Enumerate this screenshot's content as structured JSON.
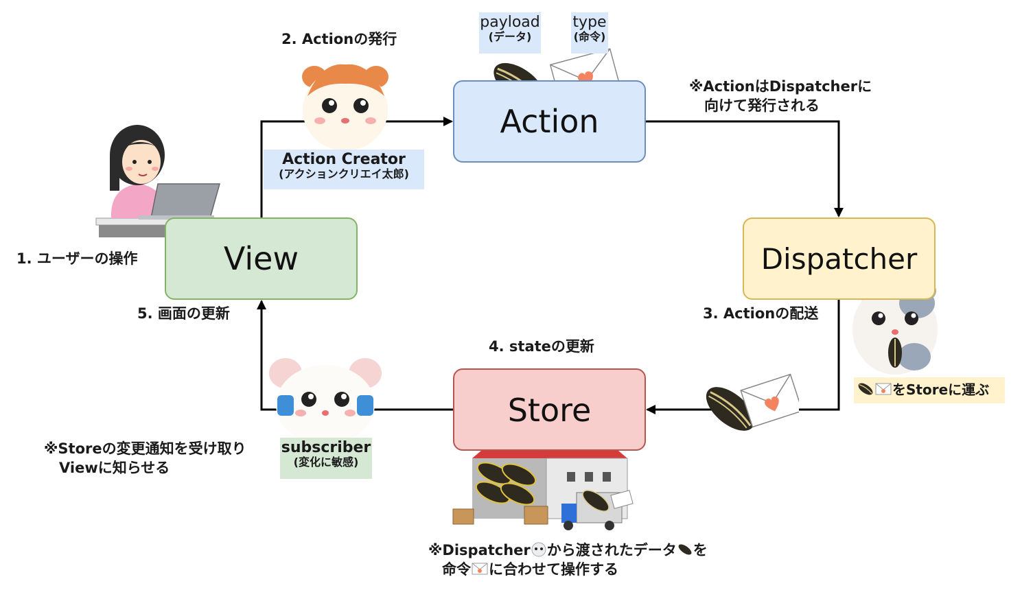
{
  "nodes": {
    "action": "Action",
    "view": "View",
    "dispatcher": "Dispatcher",
    "store": "Store"
  },
  "steps": {
    "s1": "1. ユーザーの操作",
    "s2": "2. Actionの発行",
    "s3": "3. Actionの配送",
    "s4": "4. stateの更新",
    "s5": "5. 画面の更新"
  },
  "chips": {
    "payload": "payload",
    "payload_sub": "(データ)",
    "type": "type",
    "type_sub": "(命令)",
    "action_creator": "Action Creator",
    "action_creator_sub": "(アクションクリエイ太郎)",
    "subscriber": "subscriber",
    "subscriber_sub": "(変化に敏感)",
    "carry_text": "をStoreに運ぶ"
  },
  "notes": {
    "action_line1": "※ActionはDispatcherに",
    "action_line2": "向けて発行される",
    "store_line1": "※Storeの変更通知を受け取り",
    "store_line2": "Viewに知らせる",
    "bottom_part1": "※Dispatcher",
    "bottom_part2": "から渡されたデータ",
    "bottom_part3": "を",
    "bottom_line2_part1": "命令",
    "bottom_line2_part2": "に合わせて操作する"
  },
  "colors": {
    "action_fill": "#dae8fc",
    "view_fill": "#d5e8d4",
    "dispatcher_fill": "#fff2cc",
    "store_fill": "#f8cecc",
    "arrow": "#000000"
  }
}
